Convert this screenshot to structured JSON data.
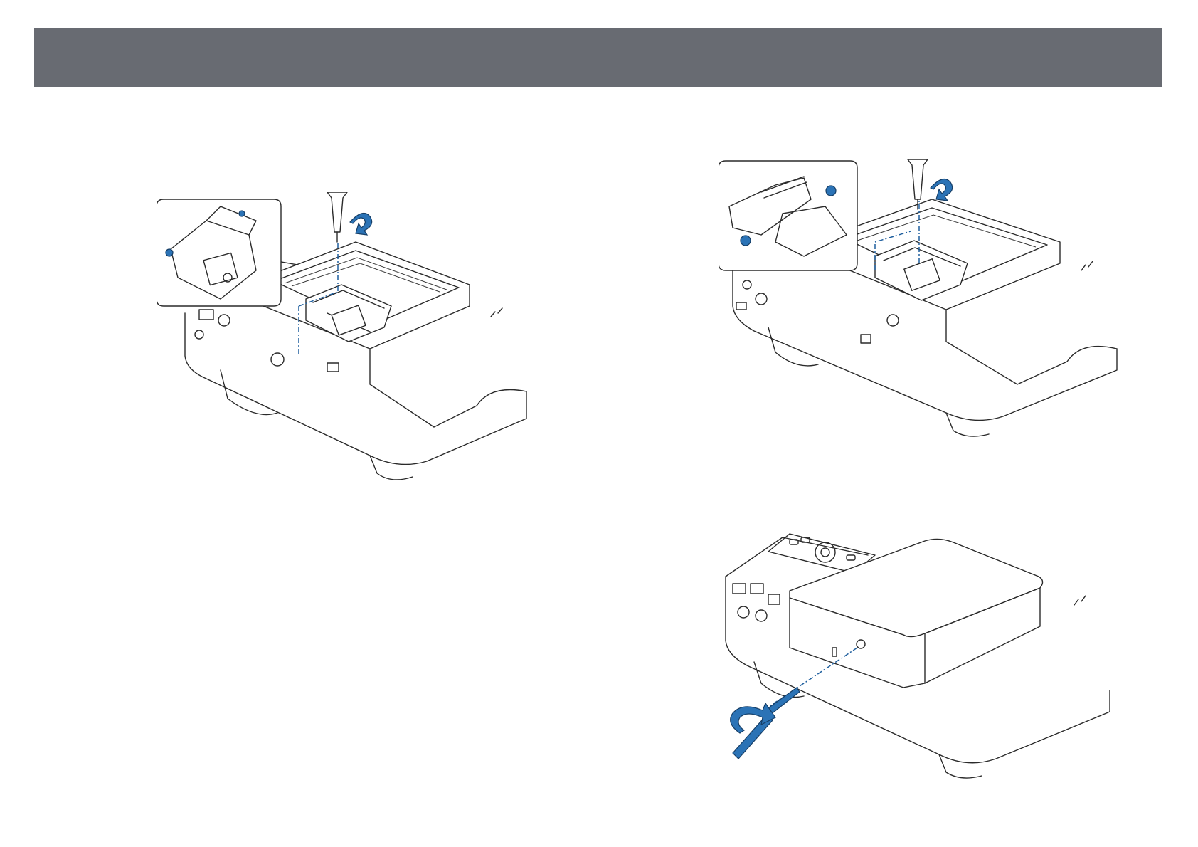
{
  "header": {
    "color": "#686b72"
  },
  "figures": [
    {
      "id": "fig1",
      "icon": "screwdriver-icon",
      "arrow": "rotate-arrow-icon"
    },
    {
      "id": "fig2",
      "icon": "screwdriver-icon",
      "arrow": "rotate-arrow-icon"
    },
    {
      "id": "fig3",
      "icon": "screwdriver-icon",
      "arrow": "rotate-arrow-icon"
    }
  ],
  "colors": {
    "accent": "#2b73b6",
    "line": "#2a2a2a"
  }
}
